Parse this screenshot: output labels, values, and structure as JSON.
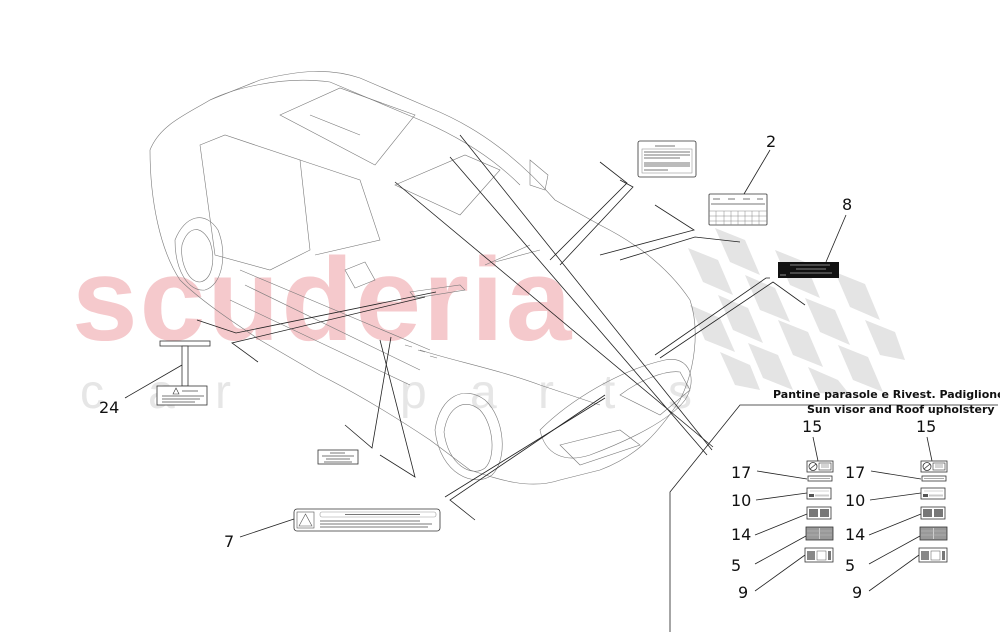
{
  "watermark": {
    "brand": "scuderia",
    "tagline_letters": [
      "c",
      "a",
      "r",
      "p",
      "a",
      "r",
      "t",
      "s"
    ],
    "brand_color": "#f5c9cc"
  },
  "caption": {
    "line1": "Pantine parasole e Rivest. Padiglione",
    "line2": "Sun visor and Roof upholstery"
  },
  "callouts": [
    {
      "id": "c2",
      "label": "2"
    },
    {
      "id": "c8",
      "label": "8"
    },
    {
      "id": "c24",
      "label": "24"
    },
    {
      "id": "c7",
      "label": "7"
    }
  ],
  "sun_visor_left": {
    "items": [
      {
        "label": "15",
        "icon": "no-symbol-label"
      },
      {
        "label": "17",
        "icon": "strip-label"
      },
      {
        "label": "10",
        "icon": "warning-text-label"
      },
      {
        "label": "14",
        "icon": "airbag-pictogram-label"
      },
      {
        "label": "5",
        "icon": "grey-panel-label"
      },
      {
        "label": "9",
        "icon": "multi-pictogram-label"
      }
    ]
  },
  "sun_visor_right": {
    "items": [
      {
        "label": "15",
        "icon": "no-symbol-label"
      },
      {
        "label": "17",
        "icon": "strip-label"
      },
      {
        "label": "10",
        "icon": "warning-text-label"
      },
      {
        "label": "14",
        "icon": "airbag-pictogram-label"
      },
      {
        "label": "5",
        "icon": "grey-panel-label"
      },
      {
        "label": "9",
        "icon": "multi-pictogram-label"
      }
    ]
  },
  "colors": {
    "line": "#222222",
    "car_outline": "#7a7a7a",
    "checker": "#e4e4e4",
    "label_dark": "#111111"
  }
}
